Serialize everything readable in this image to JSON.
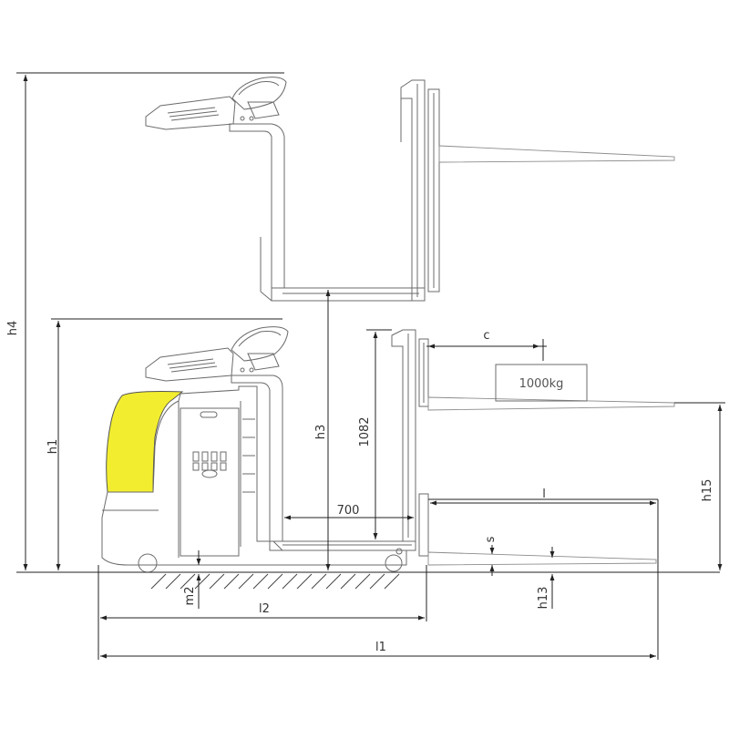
{
  "dimensions": {
    "h4": "h4",
    "h1": "h1",
    "h3": "h3",
    "lift": "1082",
    "width": "700",
    "c": "c",
    "l": "l",
    "s": "s",
    "h15": "h15",
    "m2": "m2",
    "h13": "h13",
    "l2": "l2",
    "l1": "l1"
  },
  "load": {
    "label": "1000kg"
  },
  "colors": {
    "body_accent": "#f2ee2f",
    "line": "#6b6b6b",
    "dimension": "#222222"
  }
}
